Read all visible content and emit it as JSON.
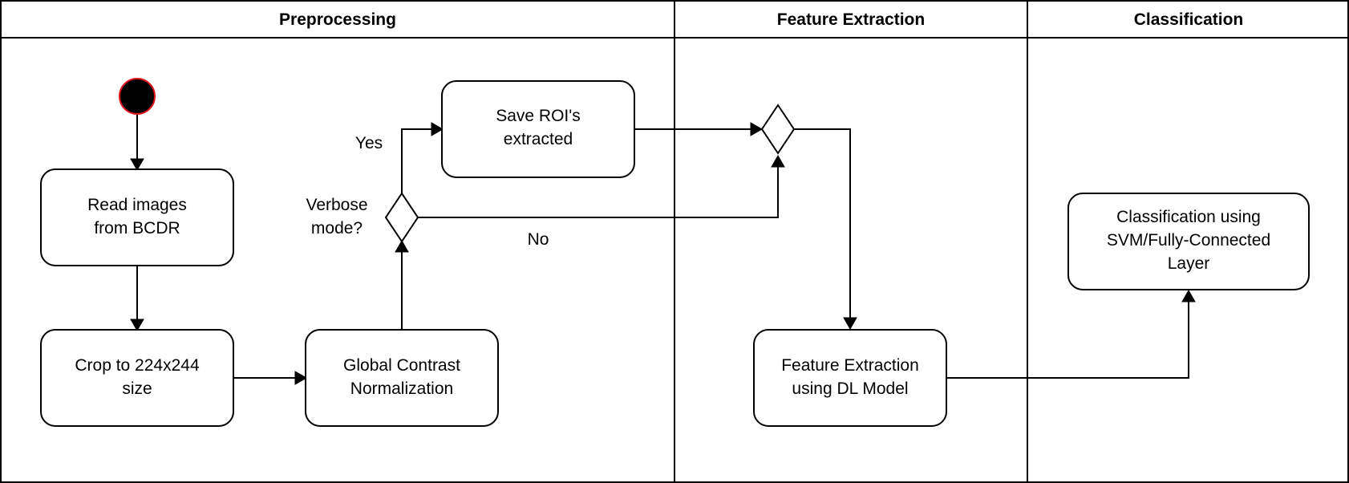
{
  "lanes": [
    {
      "title": "Preprocessing"
    },
    {
      "title": "Feature Extraction"
    },
    {
      "title": "Classification"
    }
  ],
  "nodes": {
    "read_images": [
      "Read images",
      "from BCDR"
    ],
    "crop": [
      "Crop to 224x244",
      "size"
    ],
    "gcn": [
      "Global Contrast",
      "Normalization"
    ],
    "verbose_decision": [
      "Verbose",
      "mode?"
    ],
    "save_roi": [
      "Save ROI's",
      "extracted"
    ],
    "feature_extraction": [
      "Feature Extraction",
      "using DL Model"
    ],
    "classification": [
      "Classification using",
      "SVM/Fully-Connected",
      "Layer"
    ]
  },
  "edge_labels": {
    "yes": "Yes",
    "no": "No"
  },
  "colors": {
    "start_fill": "#000000",
    "start_stroke": "#e0141e",
    "line": "#000000"
  }
}
